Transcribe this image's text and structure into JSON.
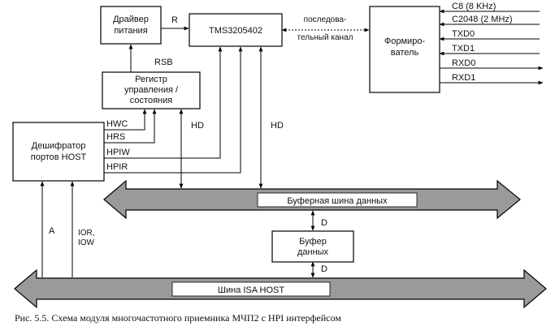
{
  "blocks": {
    "driver": [
      "Драйвер",
      "питания"
    ],
    "dsp": "TMS3205402",
    "former": [
      "Формиро-",
      "ватель"
    ],
    "register": [
      "Регистр",
      "управления /",
      "состояния"
    ],
    "decoder": [
      "Дешифратор",
      "портов HOST"
    ],
    "buffer": [
      "Буфер",
      "данных"
    ]
  },
  "signals": {
    "r": "R",
    "rsb": "RSB",
    "serial": [
      "последова-",
      "тельный канал"
    ],
    "hwc": "HWC",
    "hrs": "HRS",
    "hpiw": "HPIW",
    "hpir": "HPIR",
    "hd1": "HD",
    "hd2": "HD",
    "d1": "D",
    "d2": "D",
    "a": "A",
    "ior": [
      "IOR,",
      "IOW"
    ]
  },
  "former_outputs": [
    "C8 (8 KHz)",
    "C2048 (2 MHz)",
    "TXD0",
    "TXD1",
    "RXD0",
    "RXD1"
  ],
  "buses": {
    "data": "Буферная шина данных",
    "isa": "Шина ISA HOST"
  },
  "caption": "Рис. 5.5. Схема модуля многочастотного приемника МЧП2 с HPI интерфейсом"
}
